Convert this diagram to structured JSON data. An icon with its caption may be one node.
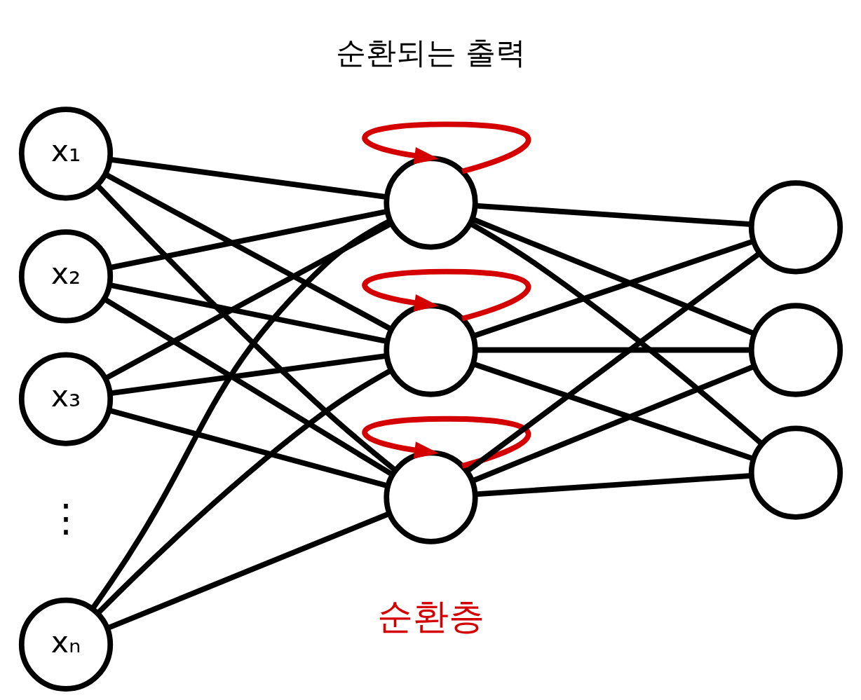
{
  "diagram": {
    "nodes": [
      {
        "text": [
          "x₁"
        ]
      },
      {
        "text": [
          "x₂"
        ]
      },
      {
        "text": [
          "x₃"
        ]
      },
      {
        "text": [
          "xₙ"
        ]
      },
      {
        "text": [],
        "shape": "circle"
      },
      {
        "text": [],
        "shape": "circle"
      },
      {
        "text": [],
        "shape": "circle"
      },
      {
        "text": [],
        "shape": "circle"
      },
      {
        "text": [],
        "shape": "circle"
      },
      {
        "text": [],
        "shape": "circle"
      }
    ],
    "edges": [
      {
        "from": 0,
        "to": 4,
        "arrow": "none"
      },
      {
        "from": 0,
        "to": 5,
        "arrow": "none"
      },
      {
        "from": 0,
        "to": 6,
        "arrow": "none"
      },
      {
        "from": 1,
        "to": 4,
        "arrow": "none"
      },
      {
        "from": 1,
        "to": 5,
        "arrow": "none"
      },
      {
        "from": 1,
        "to": 6,
        "arrow": "none"
      },
      {
        "from": 2,
        "to": 4,
        "arrow": "none"
      },
      {
        "from": 2,
        "to": 5,
        "arrow": "none"
      },
      {
        "from": 2,
        "to": 6,
        "arrow": "none"
      },
      {
        "from": 3,
        "to": 4,
        "arrow": "none"
      },
      {
        "from": 3,
        "to": 5,
        "arrow": "none"
      },
      {
        "from": 3,
        "to": 6,
        "arrow": "none"
      },
      {
        "from": 4,
        "to": 7,
        "arrow": "none"
      },
      {
        "from": 4,
        "to": 8,
        "arrow": "none"
      },
      {
        "from": 4,
        "to": 9,
        "arrow": "none"
      },
      {
        "from": 5,
        "to": 7,
        "arrow": "none"
      },
      {
        "from": 5,
        "to": 8,
        "arrow": "none"
      },
      {
        "from": 5,
        "to": 9,
        "arrow": "none"
      },
      {
        "from": 6,
        "to": 7,
        "arrow": "none"
      },
      {
        "from": 6,
        "to": 8,
        "arrow": "none"
      },
      {
        "from": 6,
        "to": 9,
        "arrow": "none"
      },
      {
        "from": 4,
        "to": 4,
        "arrow": "to",
        "color": "#d40000"
      },
      {
        "from": 5,
        "to": 5,
        "arrow": "to",
        "color": "#d40000"
      },
      {
        "from": 6,
        "to": 6,
        "arrow": "to",
        "color": "#d40000"
      }
    ],
    "labels": [
      "순환되는 출력",
      "⋮",
      "순환층"
    ]
  }
}
